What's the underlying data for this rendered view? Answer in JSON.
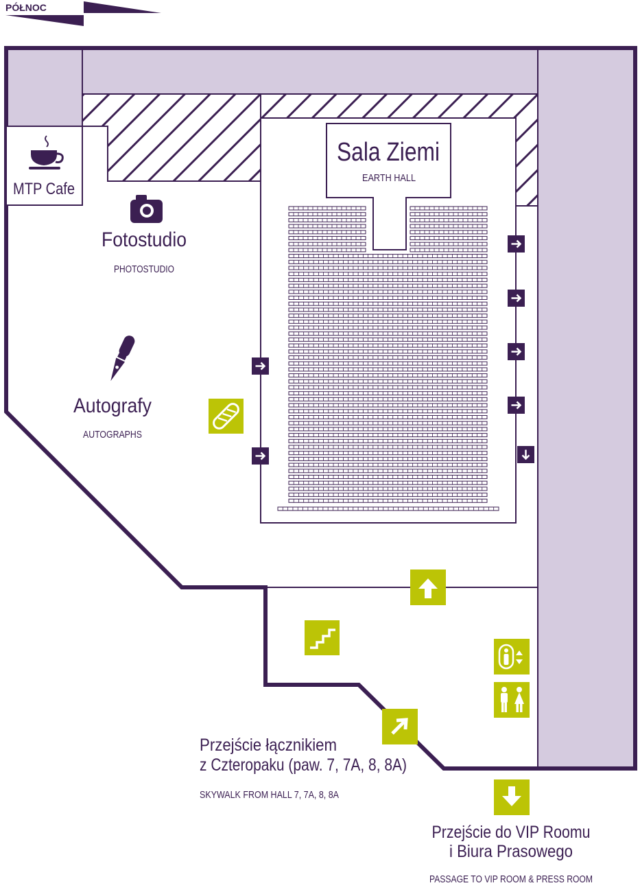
{
  "compass": {
    "label": "PÓŁNOC"
  },
  "colors": {
    "wall": "#3b1f52",
    "corridor_fill": "#d5cbdf",
    "sign_green": "#bcc406",
    "sign_purple": "#3b1f52",
    "background": "#ffffff"
  },
  "rooms": {
    "cafe": {
      "name": "MTP Cafe",
      "icon": "coffee-cup-icon"
    },
    "photostudio": {
      "name": "Fotostudio",
      "subtitle": "PHOTOSTUDIO",
      "icon": "camera-icon"
    },
    "autographs": {
      "name": "Autografy",
      "subtitle": "AUTOGRAPHS",
      "icon": "fountain-pen-icon"
    },
    "earth_hall": {
      "name": "Sala Ziemi",
      "subtitle": "EARTH HALL"
    }
  },
  "passages": {
    "skywalk": {
      "line1": "Przejście łącznikiem",
      "line2": "z Czteropaku (paw. 7, 7A, 8, 8A)",
      "subtitle": "SKYWALK FROM HALL 7, 7A, 8, 8A",
      "icon": "arrow-up-right-icon"
    },
    "vip": {
      "line1": "Przejście do VIP Roomu",
      "line2": "i Biura Prasowego",
      "subtitle": "PASSAGE TO VIP ROOM & PRESS ROOM",
      "icon": "arrow-down-icon"
    }
  },
  "signs": [
    "entrance-arrow-icon",
    "arrow-up-icon",
    "stairs-icon",
    "elevator-icon",
    "toilets-icon",
    "baguette-food-icon",
    "exit-arrow-icon"
  ]
}
